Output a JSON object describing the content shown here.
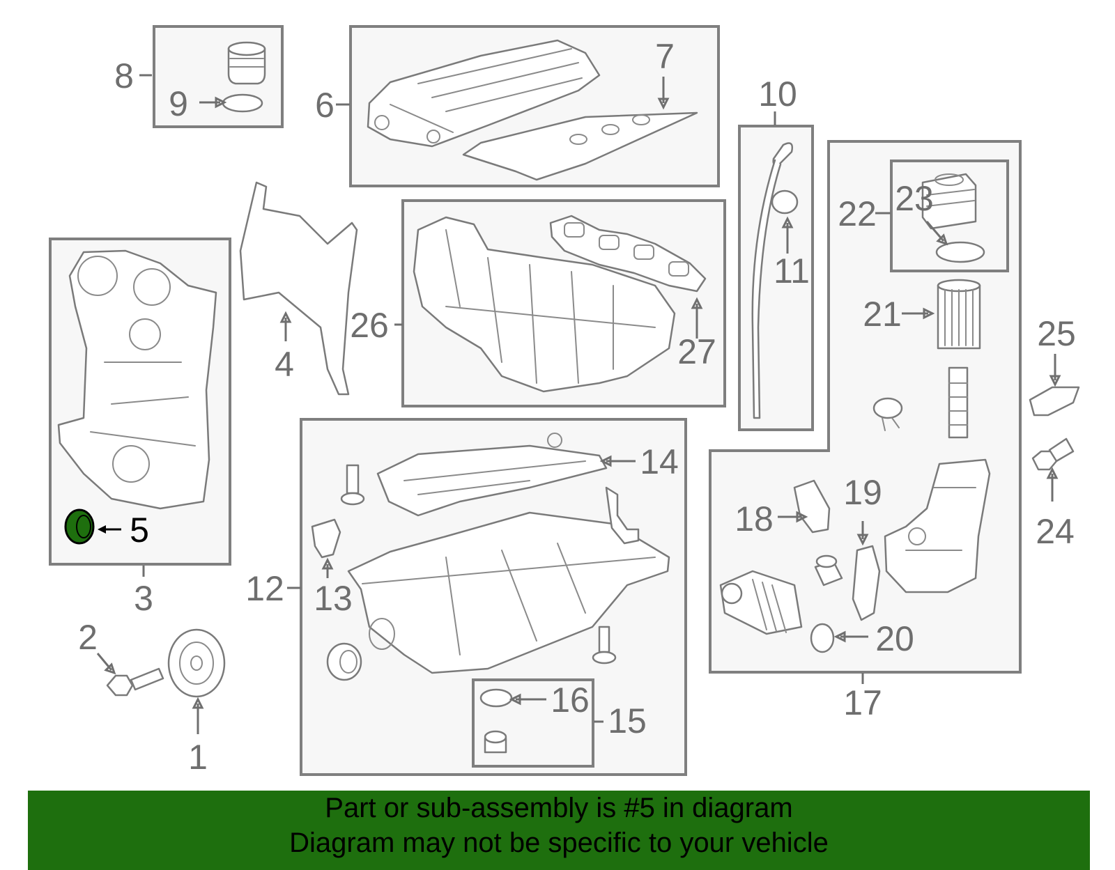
{
  "colors": {
    "banner_background": "#1e6f0e",
    "highlight_fill": "#1e6f0e",
    "box_fill": "#f7f7f7",
    "line": "#7a7a7a"
  },
  "callouts": {
    "n1": "1",
    "n2": "2",
    "n3": "3",
    "n4": "4",
    "n5": "5",
    "n6": "6",
    "n7": "7",
    "n8": "8",
    "n9": "9",
    "n10": "10",
    "n11": "11",
    "n12": "12",
    "n13": "13",
    "n14": "14",
    "n15": "15",
    "n16": "16",
    "n17": "17",
    "n18": "18",
    "n19": "19",
    "n20": "20",
    "n21": "21",
    "n22": "22",
    "n23": "23",
    "n24": "24",
    "n25": "25",
    "n26": "26",
    "n27": "27"
  },
  "highlighted_part": "5",
  "banner": {
    "line1": "Part or sub-assembly is #5 in diagram",
    "line2": "Diagram may not be specific to your vehicle"
  }
}
